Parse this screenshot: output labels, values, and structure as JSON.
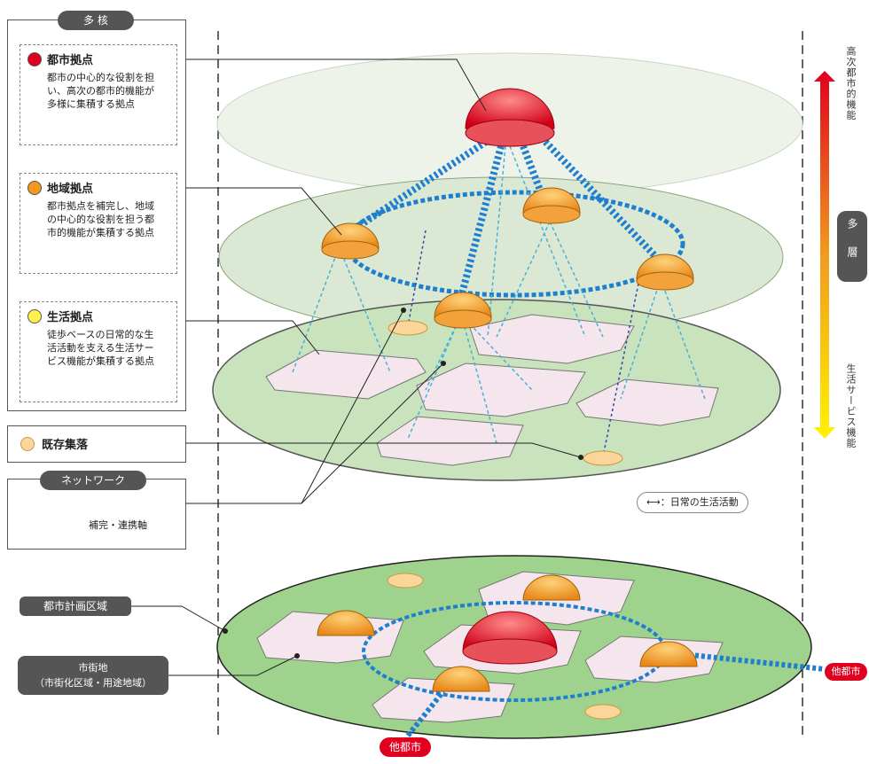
{
  "legend": {
    "title": "多 核",
    "items": [
      {
        "label": "都市拠点",
        "desc": "都市の中心的な役割を担い、高次の都市的機能が多様に集積する拠点",
        "color": "#e0001e"
      },
      {
        "label": "地域拠点",
        "desc": "都市拠点を補完し、地域の中心的な役割を担う都市的機能が集積する拠点",
        "color": "#f39a1e"
      },
      {
        "label": "生活拠点",
        "desc": "徒歩ベースの日常的な生活活動を支える生活サービス機能が集積する拠点",
        "color": "#fff14a"
      }
    ],
    "settlement": {
      "label": "既存集落",
      "color": "#fcd59a"
    }
  },
  "network": {
    "title": "ネットワーク",
    "item_label": "補完・連携軸",
    "color": "#1e7fd0"
  },
  "activity_note": "⟷：日常の生活活動",
  "right_axis": {
    "top_label": "高次都市的機能",
    "mid_label": "多層",
    "bottom_label": "生活サービス機能"
  },
  "bottom_labels": {
    "planning_area": "都市計画区域",
    "urban_area": "市街地\n（市街化区域・用途地域）",
    "other_city_right": "他都市",
    "other_city_bottom": "他都市"
  }
}
